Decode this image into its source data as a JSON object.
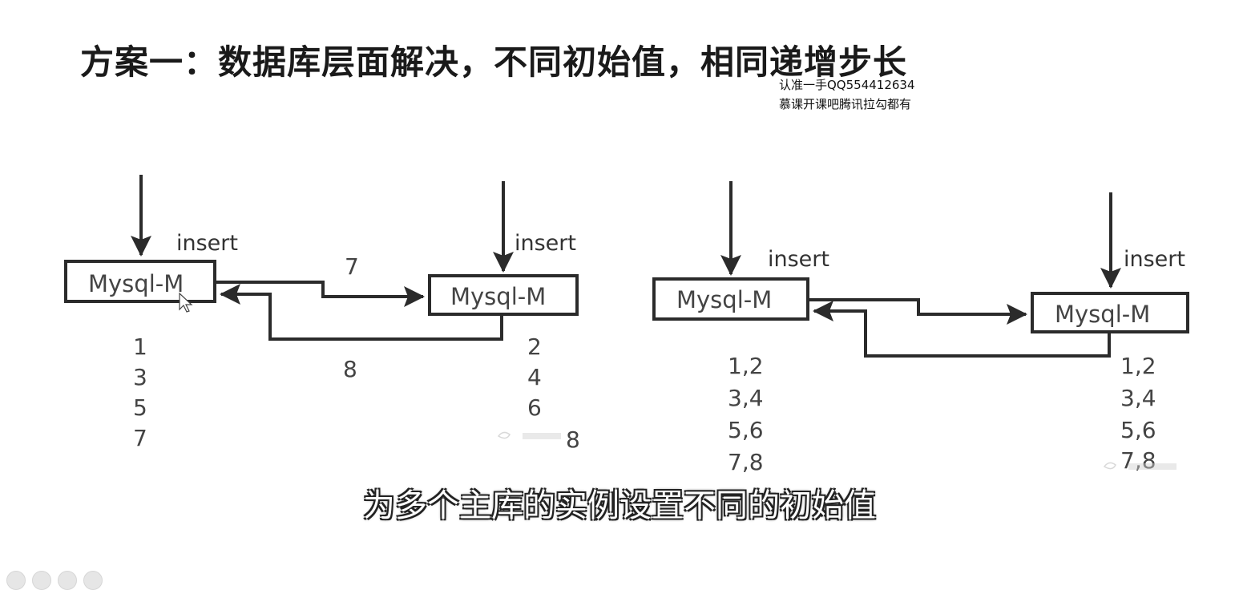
{
  "title": "方案一：数据库层面解决，不同初始值，相同递增步长",
  "watermark": {
    "line1": "认准一手QQ554412634",
    "line2": "慕课开课吧腾讯拉勾都有"
  },
  "caption": "为多个主库的实例设置不同的初始值",
  "left_diagram": {
    "node_label": "Mysql-M",
    "insert_label": "insert",
    "arrow_top_label": "7",
    "arrow_bottom_label": "8",
    "left_ids": [
      "1",
      "3",
      "5",
      "7"
    ],
    "right_ids": [
      "2",
      "4",
      "6",
      "8"
    ]
  },
  "right_diagram": {
    "node_label": "Mysql-M",
    "insert_label": "insert",
    "left_ids": [
      "1,2",
      "3,4",
      "5,6",
      "7,8"
    ],
    "right_ids": [
      "1,2",
      "3,4",
      "5,6",
      "7,8"
    ]
  },
  "colors": {
    "line": "#2b2b2b",
    "caption_text": "#ffffff",
    "caption_outline": "#222222"
  },
  "icons": [
    "arrow-down-icon",
    "arrow-right-icon",
    "arrow-left-icon",
    "cursor-icon",
    "logo-watermark-icon"
  ]
}
